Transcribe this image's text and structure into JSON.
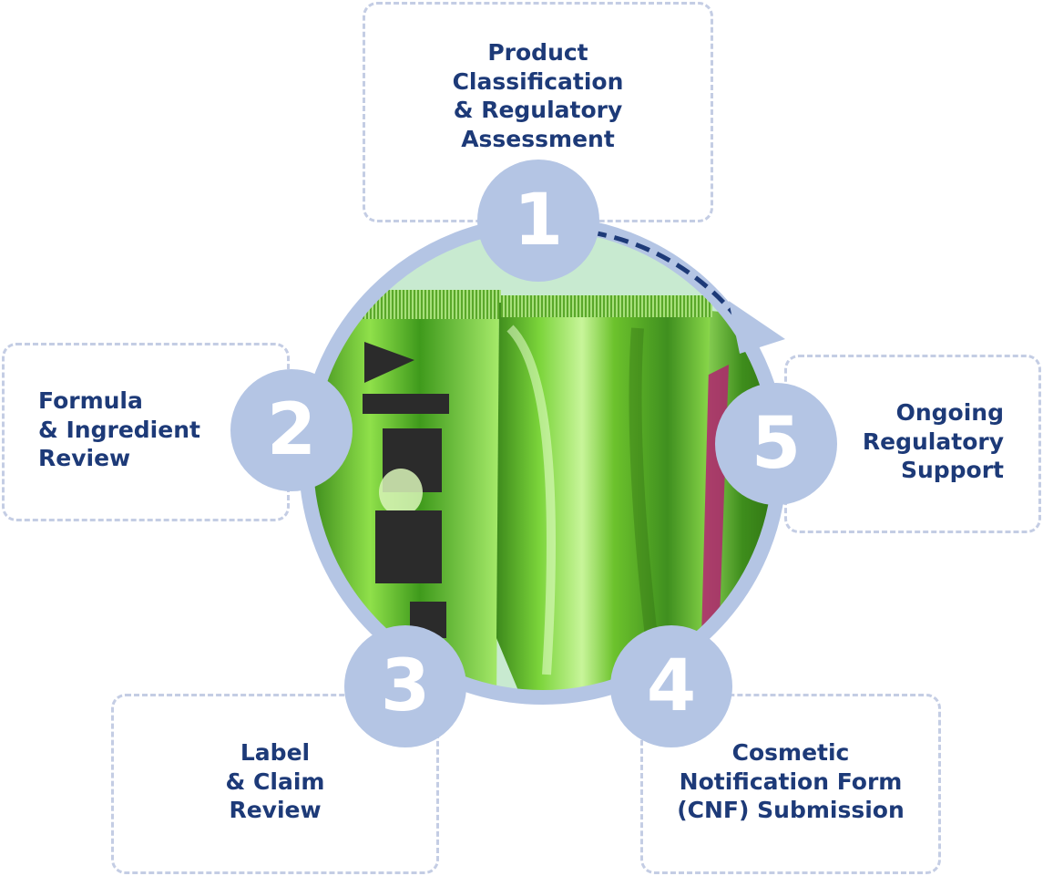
{
  "colors": {
    "text": "#1d3a78",
    "ring": "#b4c5e4",
    "box_border": "#c4cde4",
    "arrow": "#1d3a78",
    "tube_green": "#5fbf2e"
  },
  "steps": [
    {
      "number": "1",
      "label": "Product\nClassification\n& Regulatory\nAssessment"
    },
    {
      "number": "2",
      "label": "Formula\n& Ingredient\nReview"
    },
    {
      "number": "3",
      "label": "Label\n& Claim\nReview"
    },
    {
      "number": "4",
      "label": "Cosmetic\nNotification Form\n(CNF) Submission"
    },
    {
      "number": "5",
      "label": "Ongoing\nRegulatory\nSupport"
    }
  ]
}
